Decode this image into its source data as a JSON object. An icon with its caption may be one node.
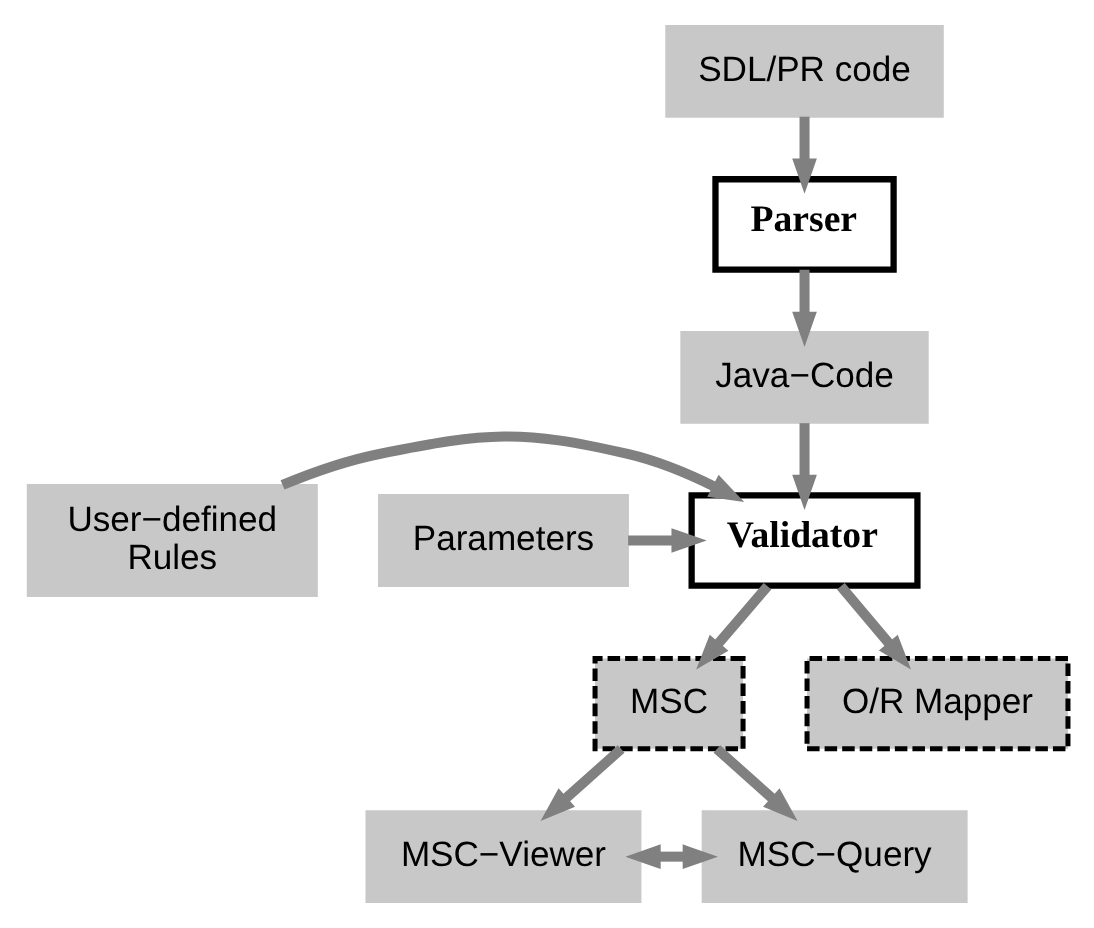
{
  "diagram": {
    "nodes": [
      {
        "text": [
          "SDL/PR code"
        ]
      },
      {
        "text": [
          "Parser"
        ]
      },
      {
        "text": [
          "Java−Code"
        ]
      },
      {
        "text": [
          "User−defined Rules"
        ]
      },
      {
        "text": [
          "Validator"
        ]
      },
      {
        "text": [
          "Parameters"
        ]
      },
      {
        "text": [
          "MSC"
        ]
      },
      {
        "text": [
          "O/R Mapper"
        ]
      },
      {
        "text": [
          "MSC−Viewer"
        ]
      },
      {
        "text": [
          "MSC−Query"
        ]
      }
    ],
    "edges": [
      {
        "from": 0,
        "to": 1,
        "arrow": "to"
      },
      {
        "from": 1,
        "to": 2,
        "arrow": "to"
      },
      {
        "from": 2,
        "to": 4,
        "arrow": "to"
      },
      {
        "from": 3,
        "to": 4,
        "arrow": "to"
      },
      {
        "from": 5,
        "to": 4,
        "arrow": "to"
      },
      {
        "from": 4,
        "to": 6,
        "arrow": "to"
      },
      {
        "from": 4,
        "to": 7,
        "arrow": "to"
      },
      {
        "from": 6,
        "to": 8,
        "arrow": "to"
      },
      {
        "from": 6,
        "to": 9,
        "arrow": "to"
      },
      {
        "from": 8,
        "to": 9,
        "arrow": "both"
      }
    ]
  }
}
